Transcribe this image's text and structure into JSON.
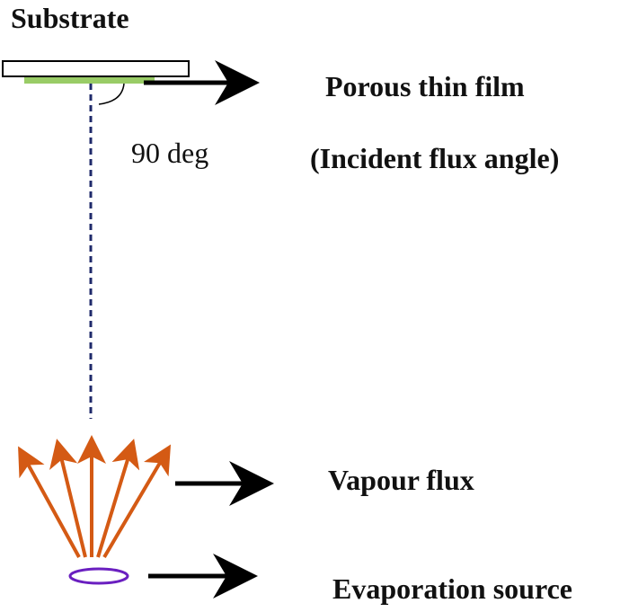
{
  "labels": {
    "substrate": "Substrate",
    "porous_film": "Porous thin film",
    "angle_value": "90 deg",
    "incident_angle": "(Incident flux angle)",
    "vapour_flux": "Vapour flux",
    "evaporation_source": "Evaporation source"
  },
  "colors": {
    "film": "#99cc66",
    "normal_line": "#1f2a6b",
    "flux_arrows": "#d45a14",
    "source": "#6a1fc0",
    "pointer_arrows": "#000000"
  },
  "icons": {
    "pointer": "right-arrow-icon",
    "vapour": "up-arrow-icon",
    "source": "ellipse-icon"
  }
}
